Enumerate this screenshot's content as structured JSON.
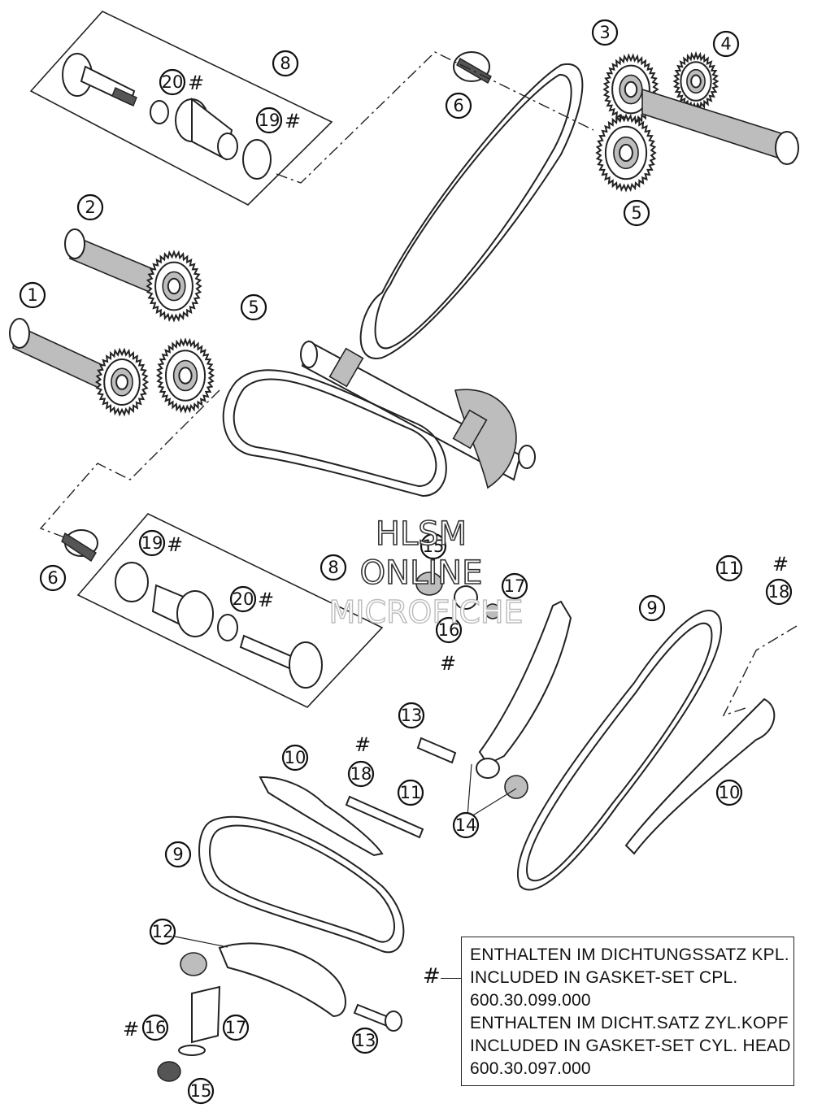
{
  "watermark": {
    "line1": "HLSM",
    "line2": "ONLINE",
    "line3": "MICROFICHE"
  },
  "callouts": {
    "n1": "1",
    "n2": "2",
    "n3": "3",
    "n4": "4",
    "n5": "5",
    "n6": "6",
    "n8": "8",
    "n9": "9",
    "n10": "10",
    "n11": "11",
    "n12": "12",
    "n13": "13",
    "n14": "14",
    "n15": "15",
    "n16": "16",
    "n17": "17",
    "n18": "18",
    "n19": "19",
    "n20": "20"
  },
  "gasket_marker": "#",
  "legend": {
    "line1": "ENTHALTEN IM DICHTUNGSSATZ KPL.",
    "line2": "INCLUDED IN GASKET-SET CPL.",
    "line3": "600.30.099.000",
    "line4": "ENTHALTEN IM DICHT.SATZ ZYL.KOPF",
    "line5": "INCLUDED IN GASKET-SET CYL. HEAD",
    "line6": "600.30.097.000"
  }
}
